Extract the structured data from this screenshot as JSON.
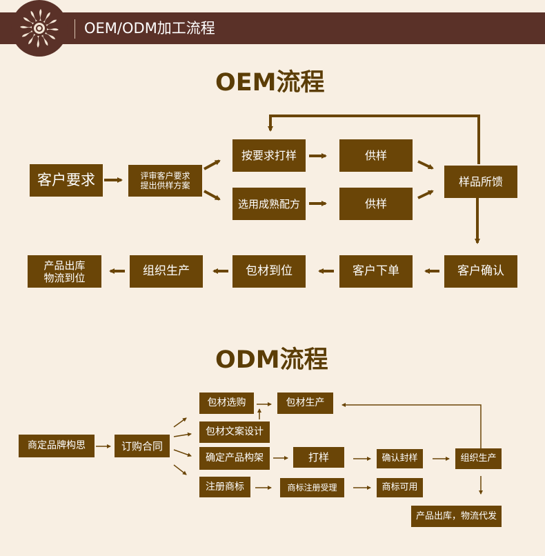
{
  "header": {
    "title": "OEM/ODM加工流程"
  },
  "oem": {
    "title": "OEM流程",
    "steps": {
      "customer_request": "客户要求",
      "review": "评审客户要求\n提出供样方案",
      "sample_by_request": "按要求打样",
      "supply_1": "供样",
      "select_formula": "选用成熟配方",
      "supply_2": "供样",
      "feedback": "样品所馈",
      "customer_confirm": "客户确认",
      "customer_order": "客户下单",
      "packaging_ready": "包材到位",
      "production": "组织生产",
      "delivery": "产品出库\n物流到位"
    }
  },
  "odm": {
    "title": "ODM流程",
    "steps": {
      "brand_concept": "商定品牌构思",
      "contract": "订购合同",
      "packaging_select": "包材选购",
      "packaging_produce": "包材生产",
      "packaging_design": "包材文案设计",
      "product_structure": "确定产品构架",
      "sample": "打样",
      "confirm_seal": "确认封样",
      "production": "组织生产",
      "trademark_register": "注册商标",
      "trademark_accept": "商标注册受理",
      "trademark_ok": "商标可用",
      "delivery": "产品出库，物流代发"
    }
  },
  "colors": {
    "box": "#6a4507",
    "header_bar": "#5a3128",
    "background": "#f8efe3",
    "arrow": "#6a4507",
    "title": "#5b3d06"
  }
}
